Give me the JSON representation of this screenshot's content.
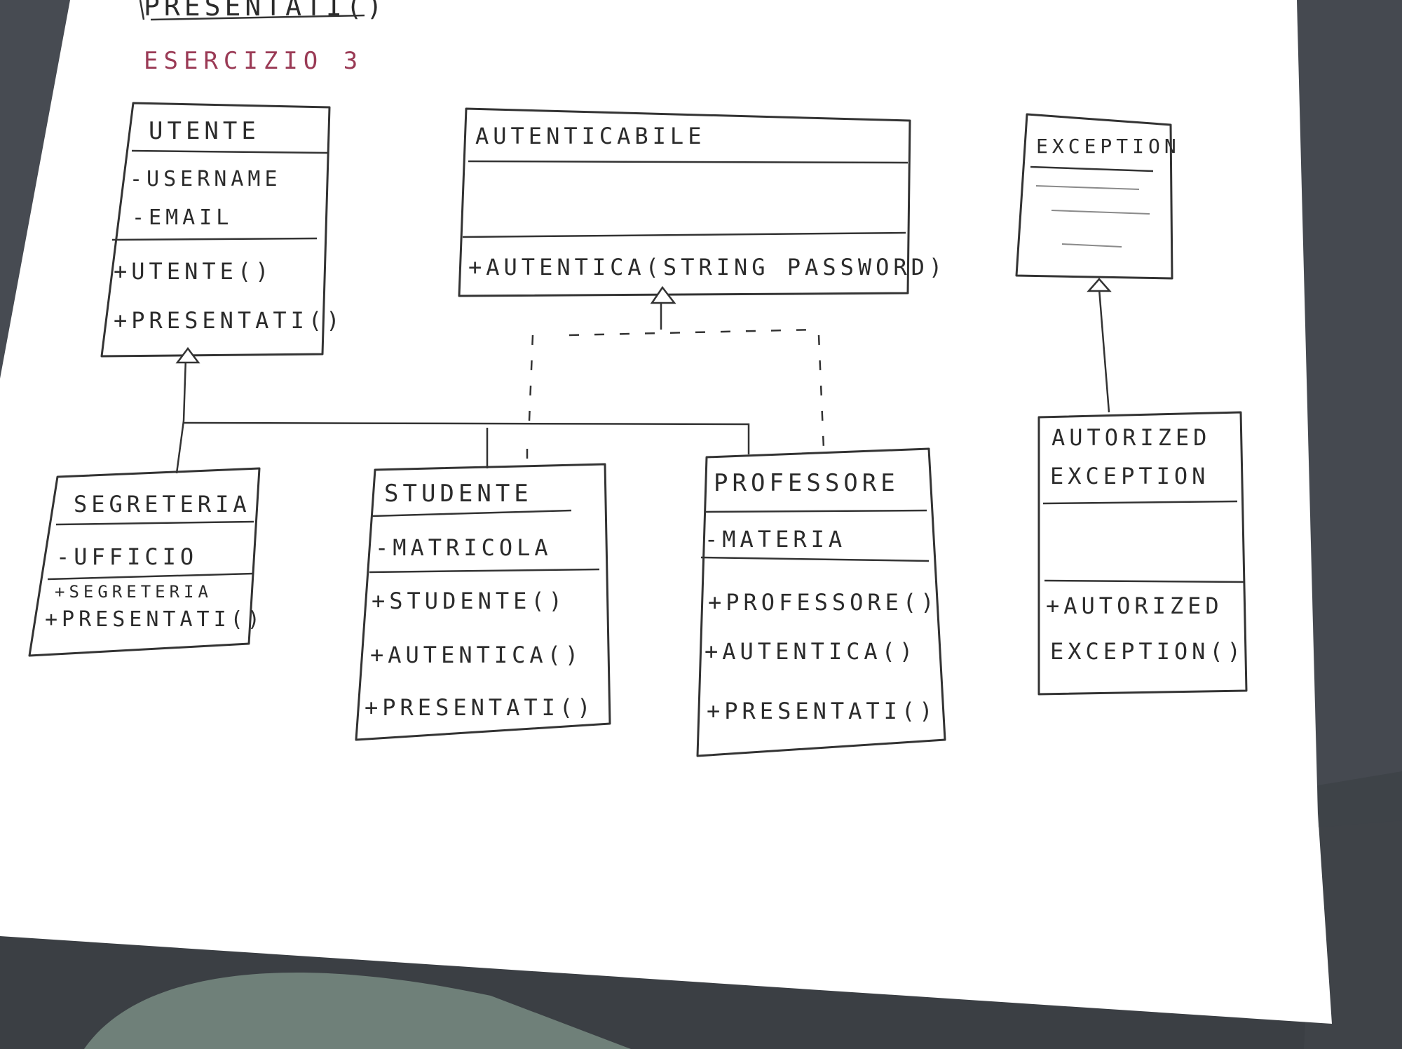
{
  "header": {
    "top_fragment": "PRESENTATI()",
    "exercise_title": "ESERCIZIO 3"
  },
  "classes": {
    "utente": {
      "name": "UTENTE",
      "attributes": [
        "-USERNAME",
        "-EMAIL"
      ],
      "methods": [
        "+UTENTE()",
        "+PRESENTATI()"
      ]
    },
    "autenticabile": {
      "name": "AUTENTICABILE",
      "attributes": [],
      "methods": [
        "+AUTENTICA(STRING PASSWORD)"
      ]
    },
    "exception": {
      "name": "EXCEPTION",
      "attributes": [],
      "methods": []
    },
    "segreteria": {
      "name": "SEGRETERIA",
      "attributes": [
        "-UFFICIO"
      ],
      "methods": [
        "+SEGRETERIA",
        "+PRESENTATI()"
      ]
    },
    "studente": {
      "name": "STUDENTE",
      "attributes": [
        "-MATRICOLA"
      ],
      "methods": [
        "+STUDENTE()",
        "+AUTENTICA()",
        "+PRESENTATI()"
      ]
    },
    "professore": {
      "name": "PROFESSORE",
      "attributes": [
        "-MATERIA"
      ],
      "methods": [
        "+PROFESSORE()",
        "+AUTENTICA()",
        "+PRESENTATI()"
      ]
    },
    "autorized_exception": {
      "name_line1": "AUTORIZED",
      "name_line2": "EXCEPTION",
      "attributes": [],
      "method_line1": "+AUTORIZED",
      "method_line2": "EXCEPTION()"
    }
  },
  "colors": {
    "ink": "#2b2b2b",
    "title_ink": "#9a3a55",
    "paper": "#ffffff",
    "background": "#4a4f56"
  }
}
